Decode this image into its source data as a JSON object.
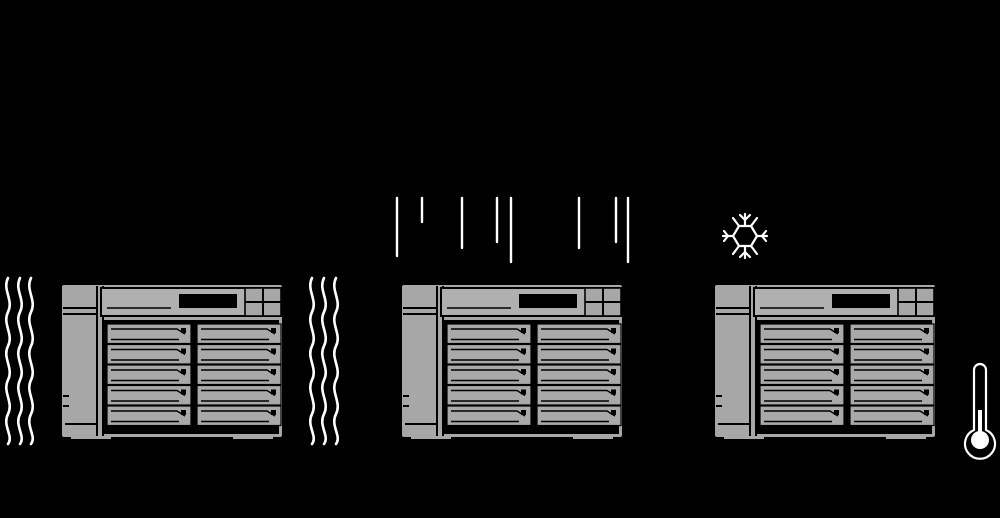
{
  "scene": {
    "background": "#000000",
    "nas_color": "#a7a7a7",
    "symbol_color": "#ffffff"
  },
  "units": [
    {
      "name": "nas-unit-heat",
      "condition": "heat",
      "effect_icon": "heat-waves-icon"
    },
    {
      "name": "nas-unit-rain",
      "condition": "rain",
      "effect_icon": "rain-streaks-icon"
    },
    {
      "name": "nas-unit-cold",
      "condition": "cold",
      "effect_icon": "snowflake-icon",
      "extra_icon": "thermometer-icon"
    }
  ],
  "nas": {
    "drive_bays": 10,
    "bay_columns": 2,
    "bay_rows": 5
  }
}
